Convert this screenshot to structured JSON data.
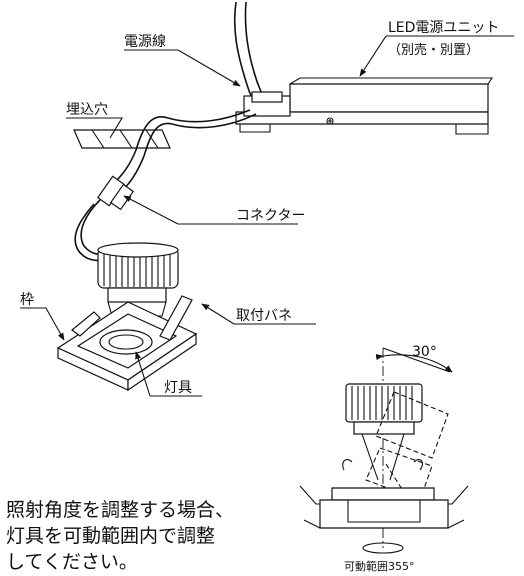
{
  "labels": {
    "power_cord": "電源線",
    "power_unit": "LED電源ユニット",
    "power_unit_note": "（別売・別置）",
    "embed_hole": "埋込穴",
    "connector": "コネクター",
    "frame": "枠",
    "mount_spring": "取付バネ",
    "fixture": "灯具",
    "tilt_angle": "30°",
    "rotation_range": "可動範囲355°"
  },
  "note": {
    "line1": "照射角度を調整する場合、",
    "line2": "灯具を可動範囲内で調整",
    "line3": "してください。"
  }
}
